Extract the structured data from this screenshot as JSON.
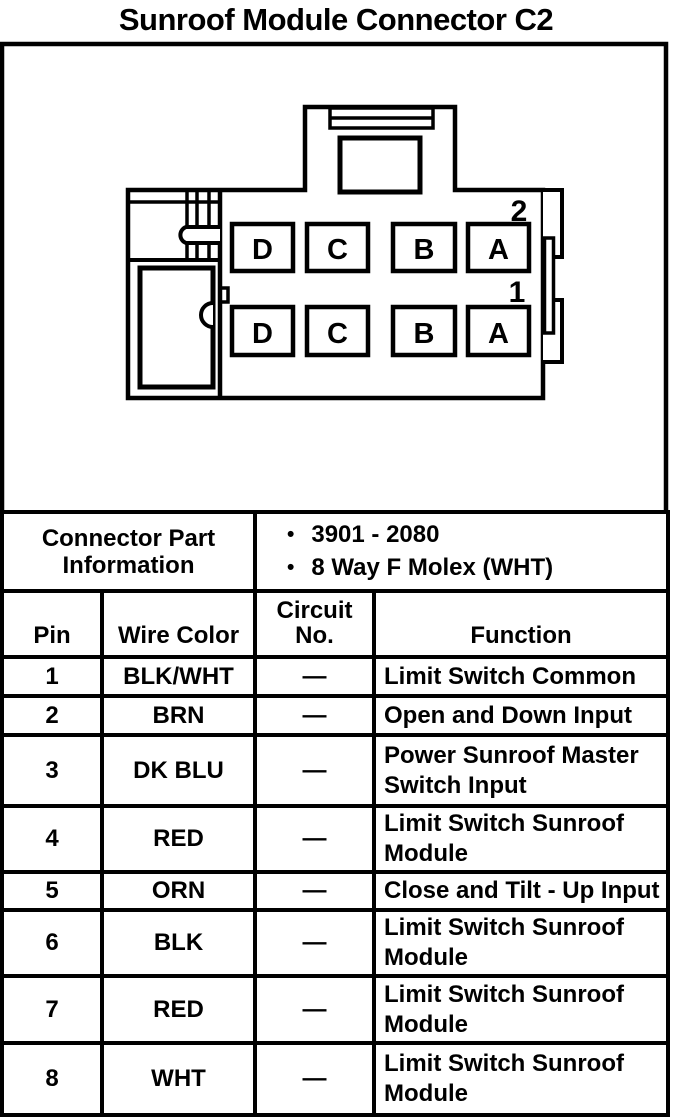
{
  "title": "Sunroof Module Connector C2",
  "colors": {
    "ink": "#000000",
    "paper": "#ffffff"
  },
  "connector": {
    "row2_label": "2",
    "row1_label": "1",
    "top_row": [
      "D",
      "C",
      "B",
      "A"
    ],
    "bottom_row": [
      "D",
      "C",
      "B",
      "A"
    ]
  },
  "table": {
    "part_info": {
      "header": "Connector Part\nInformation",
      "bullet": "•",
      "items": [
        "3901 - 2080",
        "8 Way F Molex (WHT)"
      ]
    },
    "columns": {
      "pin": "Pin",
      "wire_color": "Wire Color",
      "circuit_no": "Circuit\nNo.",
      "function": "Function"
    },
    "rows": [
      {
        "pin": "1",
        "wire_color": "BLK/WHT",
        "circuit_no": "—",
        "function": "Limit Switch Common"
      },
      {
        "pin": "2",
        "wire_color": "BRN",
        "circuit_no": "—",
        "function": "Open and Down Input"
      },
      {
        "pin": "3",
        "wire_color": "DK BLU",
        "circuit_no": "—",
        "function": "Power Sunroof Master\nSwitch Input"
      },
      {
        "pin": "4",
        "wire_color": "RED",
        "circuit_no": "—",
        "function": "Limit Switch Sunroof\nModule"
      },
      {
        "pin": "5",
        "wire_color": "ORN",
        "circuit_no": "—",
        "function": "Close and Tilt - Up Input"
      },
      {
        "pin": "6",
        "wire_color": "BLK",
        "circuit_no": "—",
        "function": "Limit Switch Sunroof\nModule"
      },
      {
        "pin": "7",
        "wire_color": "RED",
        "circuit_no": "—",
        "function": "Limit Switch Sunroof\nModule"
      },
      {
        "pin": "8",
        "wire_color": "WHT",
        "circuit_no": "—",
        "function": "Limit Switch Sunroof\nModule"
      }
    ]
  }
}
